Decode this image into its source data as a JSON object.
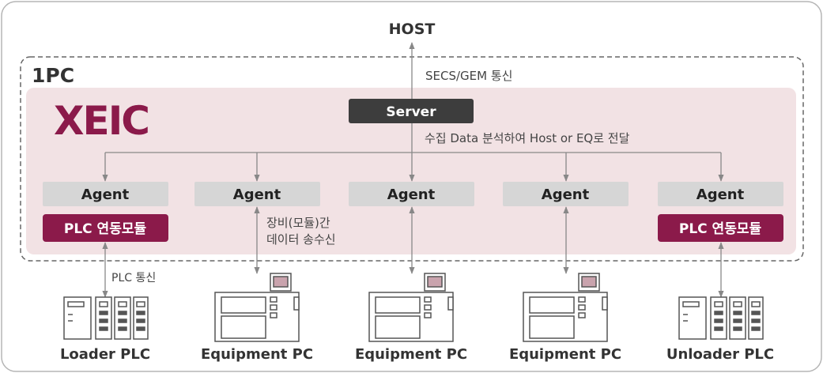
{
  "host": {
    "title": "HOST"
  },
  "ipc": {
    "title": "1PC",
    "secs_label": "SECS/GEM 통신"
  },
  "xeic": {
    "logo": "XEIC"
  },
  "server": {
    "label": "Server",
    "note": "수집 Data 분석하여 Host or EQ로 전달"
  },
  "agents": [
    {
      "label": "Agent",
      "module": "PLC 연동모듈"
    },
    {
      "label": "Agent",
      "note_line1": "장비(모듈)간",
      "note_line2": "데이터 송수신"
    },
    {
      "label": "Agent"
    },
    {
      "label": "Agent"
    },
    {
      "label": "Agent",
      "module": "PLC 연동모듈"
    }
  ],
  "plc_link_label": "PLC 통신",
  "devices": [
    {
      "name": "Loader PLC",
      "kind": "plc"
    },
    {
      "name": "Equipment PC",
      "kind": "pc"
    },
    {
      "name": "Equipment PC",
      "kind": "pc"
    },
    {
      "name": "Equipment PC",
      "kind": "pc"
    },
    {
      "name": "Unloader PLC",
      "kind": "plc"
    }
  ],
  "colors": {
    "brand": "#8b1a4a",
    "pink_panel": "#f2e2e4",
    "agent_box": "#d6d6d6",
    "server_box": "#3d3d3d",
    "line": "#888888",
    "text_dark": "#333333",
    "border": "#b5b5b5",
    "screen_fill": "#c9a3ad"
  }
}
